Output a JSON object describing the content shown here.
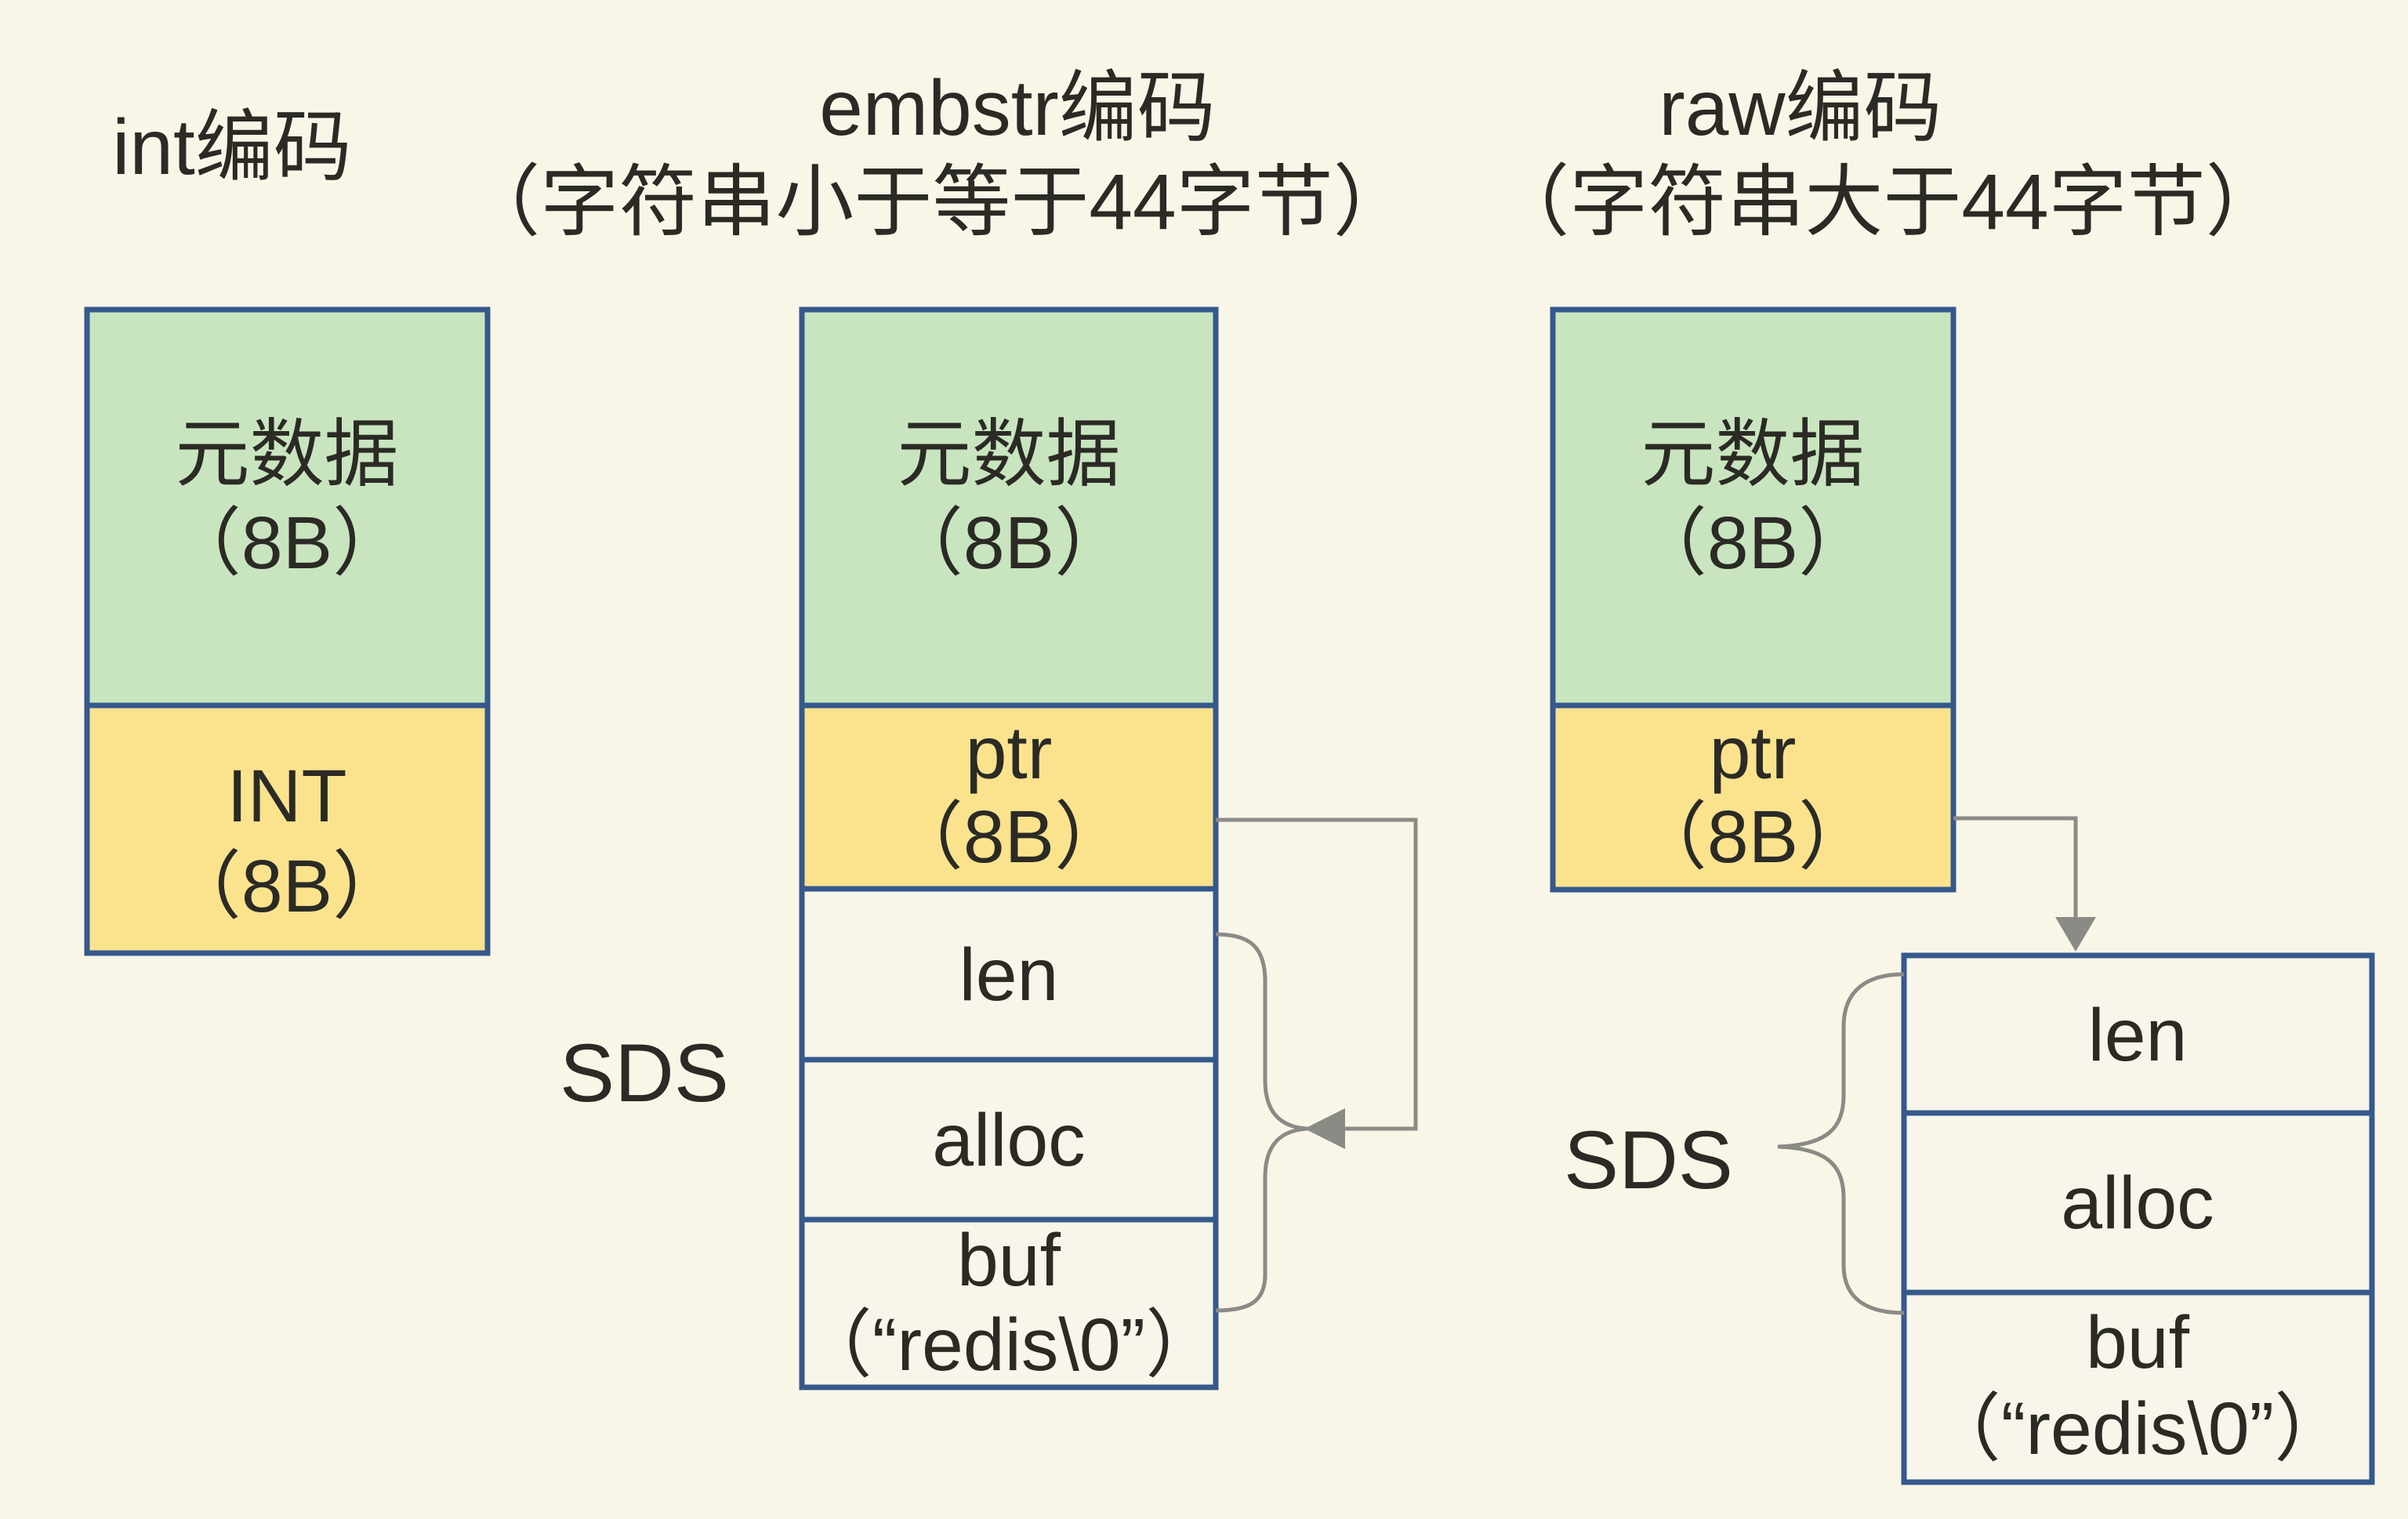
{
  "titles": {
    "int": "int编码",
    "embstr_line1": "embstr编码",
    "embstr_line2": "（字符串小于等于44字节）",
    "raw_line1": "raw编码",
    "raw_line2": "（字符串大于44字节）"
  },
  "int_column": {
    "metadata_line1": "元数据",
    "metadata_line2": "（8B）",
    "int_line1": "INT",
    "int_line2": "（8B）"
  },
  "embstr_column": {
    "metadata_line1": "元数据",
    "metadata_line2": "（8B）",
    "ptr_line1": "ptr",
    "ptr_line2": "（8B）",
    "sds_label": "SDS",
    "len": "len",
    "alloc": "alloc",
    "buf_line1": "buf",
    "buf_line2": "（“redis\\0”）"
  },
  "raw_column": {
    "metadata_line1": "元数据",
    "metadata_line2": "（8B）",
    "ptr_line1": "ptr",
    "ptr_line2": "（8B）",
    "sds_label": "SDS",
    "len": "len",
    "alloc": "alloc",
    "buf_line1": "buf",
    "buf_line2": "（“redis\\0”）"
  },
  "colors": {
    "background": "#f9f6e8",
    "green_fill": "#c8e5bf",
    "yellow_fill": "#fbe38e",
    "cell_fill": "#f8f5ea",
    "border": "#35598c",
    "arrow": "#8b8b86",
    "text": "#2b2a25"
  }
}
